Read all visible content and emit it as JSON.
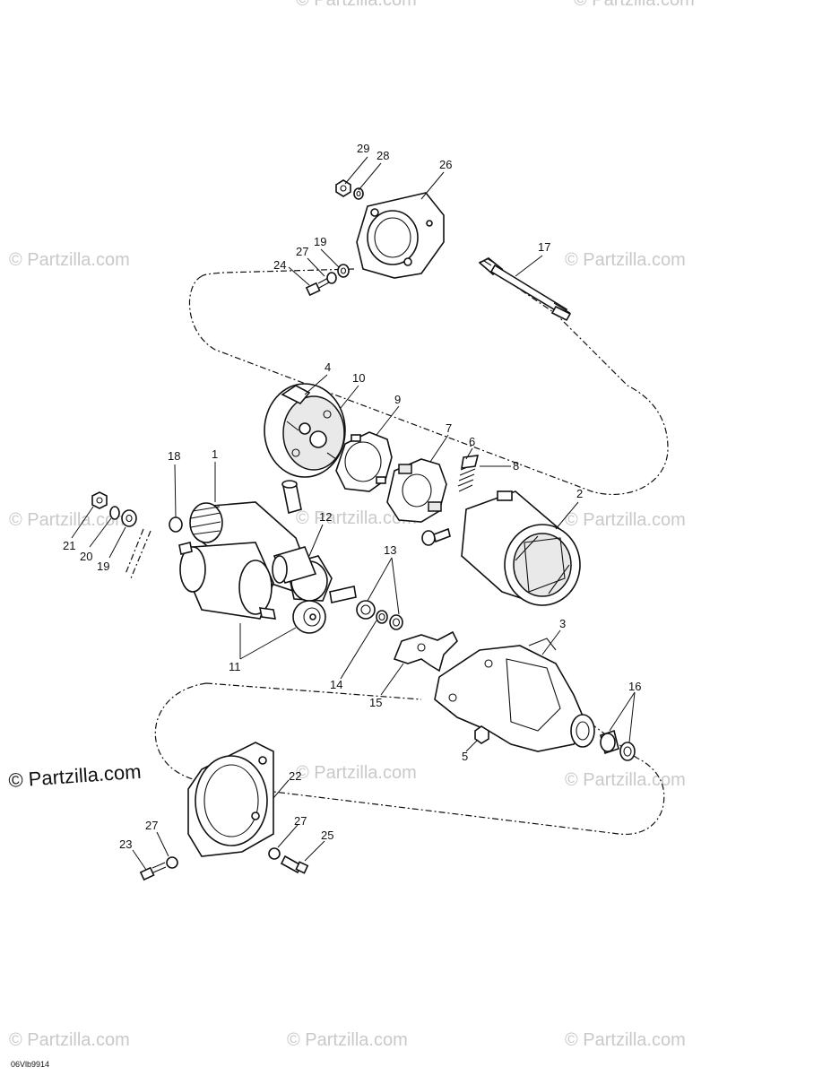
{
  "watermark": "© Partzilla.com",
  "watermark_big": "© Partzilla.com",
  "diagram_code": "06Vlb9914",
  "callouts": {
    "c1": "1",
    "c2": "2",
    "c3": "3",
    "c4": "4",
    "c5": "5",
    "c6": "6",
    "c7": "7",
    "c8": "8",
    "c9": "9",
    "c10": "10",
    "c11": "11",
    "c12": "12",
    "c13": "13",
    "c14": "14",
    "c15": "15",
    "c16": "16",
    "c17": "17",
    "c18": "18",
    "c19a": "19",
    "c19b": "19",
    "c20": "20",
    "c21": "21",
    "c22": "22",
    "c23": "23",
    "c24": "24",
    "c25": "25",
    "c26": "26",
    "c27a": "27",
    "c27b": "27",
    "c27c": "27",
    "c28": "28",
    "c29": "29"
  }
}
